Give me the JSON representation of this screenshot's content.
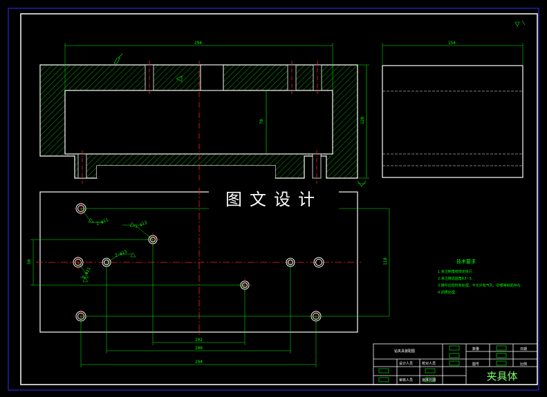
{
  "drawing": {
    "watermark": "图文设计",
    "title_block": {
      "part_name": "夹具体",
      "drawing_name": "钻夹具装配图",
      "cells": [
        "数量",
        "日期",
        "比例",
        "图号",
        "设计人员",
        "校对人员",
        "审核人员",
        "批准日期"
      ]
    },
    "technical_requirements": {
      "title": "技术要求",
      "items": [
        "1.未注倒角按规定执行.",
        "2.未注铸造圆角R3~5.",
        "3.铸件应经时效处理，不允许有气孔、砂眼等缺陷存在.",
        "4.调质处理."
      ]
    },
    "dimensions": {
      "front_width": "294",
      "side_width": "154",
      "height_total": "120",
      "inner_height": "70",
      "plan_height": "118",
      "hole_offset": "50",
      "span_1": "102",
      "span_2": "200",
      "span_3": "294"
    },
    "hole_labels": [
      "2-φ11",
      "2-φ13",
      "2-φ13",
      "2-φ11"
    ]
  }
}
